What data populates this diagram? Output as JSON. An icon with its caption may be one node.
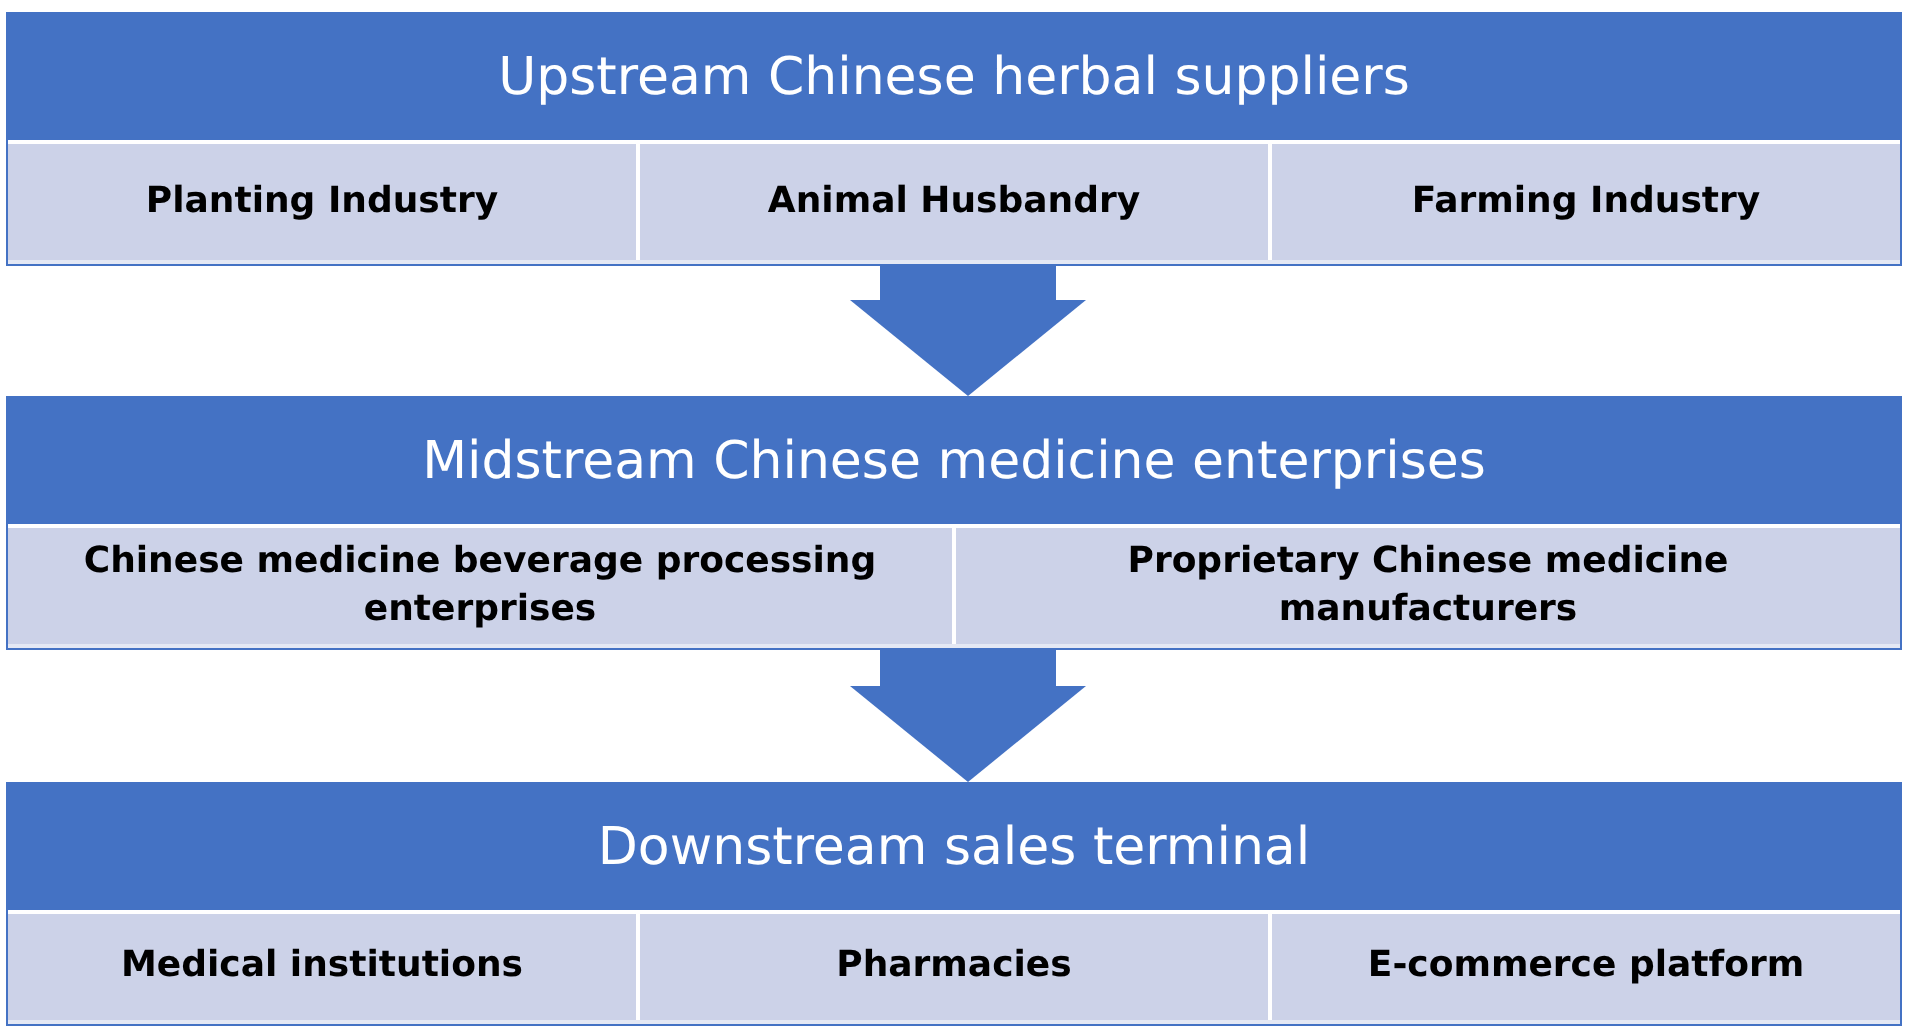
{
  "diagram": {
    "nodes": [
      {
        "text": [
          "Upstream Chinese herbal suppliers"
        ]
      },
      {
        "text": [
          "Planting Industry"
        ],
        "in": 0
      },
      {
        "text": [
          "Animal Husbandry"
        ],
        "in": 0
      },
      {
        "text": [
          "Farming Industry"
        ],
        "in": 0
      },
      {
        "text": [
          "Midstream Chinese medicine enterprises"
        ]
      },
      {
        "text": [
          "Chinese medicine beverage processing enterprises"
        ],
        "in": 4
      },
      {
        "text": [
          "Proprietary Chinese medicine manufacturers"
        ],
        "in": 4
      },
      {
        "text": [
          "Downstream sales terminal"
        ]
      },
      {
        "text": [
          "Medical institutions"
        ],
        "in": 7
      },
      {
        "text": [
          "Pharmacies"
        ],
        "in": 7
      },
      {
        "text": [
          "E-commerce platform"
        ],
        "in": 7
      }
    ],
    "edges": [
      {
        "from": 0,
        "to": 4,
        "arrow": "to"
      },
      {
        "from": 4,
        "to": 7,
        "arrow": "to"
      }
    ]
  }
}
